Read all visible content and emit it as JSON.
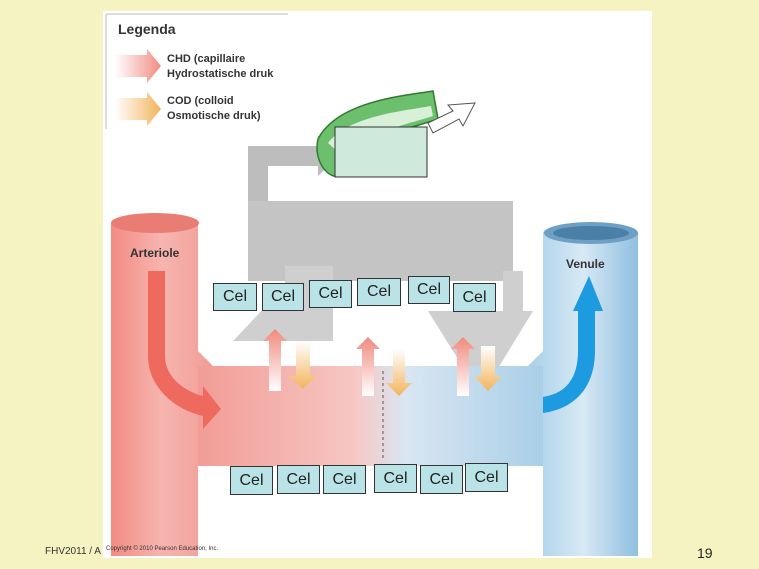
{
  "legend": {
    "title": "Legenda",
    "chd_line1": "CHD (capillaire",
    "chd_line2": "Hydrostatische  druk",
    "cod_line1": "COD (colloid",
    "cod_line2": "Osmotische  druk)"
  },
  "labels": {
    "arteriole": "Arteriole",
    "venule": "Venule",
    "copyright": "Copyright © 2010 Pearson Education, Inc."
  },
  "cells_top": [
    "Cel",
    "Cel",
    "Cel",
    "Cel",
    "Cel",
    "Cel"
  ],
  "cells_bottom": [
    "Cel",
    "Cel",
    "Cel",
    "Cel",
    "Cel",
    "Cel"
  ],
  "footer": {
    "left": "FHV2011 / A",
    "page": "19"
  },
  "colors": {
    "background": "#f6f3c3",
    "chd_arrow": "#f28b82",
    "cod_arrow": "#f5c46d",
    "arteriole": "#f4a6a0",
    "venule": "#a9cfe8",
    "lymph": "#6cbf6c",
    "cell_box": "#b9e3e6"
  }
}
